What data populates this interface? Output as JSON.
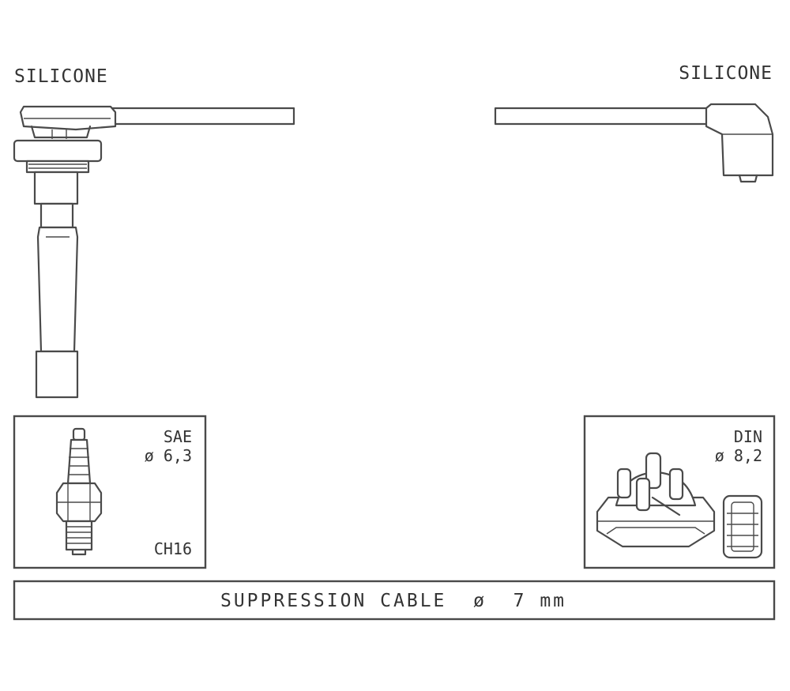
{
  "labels": {
    "left_material": "SILICONE",
    "right_material": "SILICONE"
  },
  "plug_box": {
    "standard": "SAE",
    "diameter": "ø 6,3",
    "code": "CH16"
  },
  "distributor_box": {
    "standard": "DIN",
    "diameter": "ø 8,2"
  },
  "cable": {
    "caption": "SUPPRESSION CABLE  ø  7 mm"
  },
  "colors": {
    "line": "#4a4a4a",
    "text": "#333333",
    "background": "#ffffff"
  }
}
